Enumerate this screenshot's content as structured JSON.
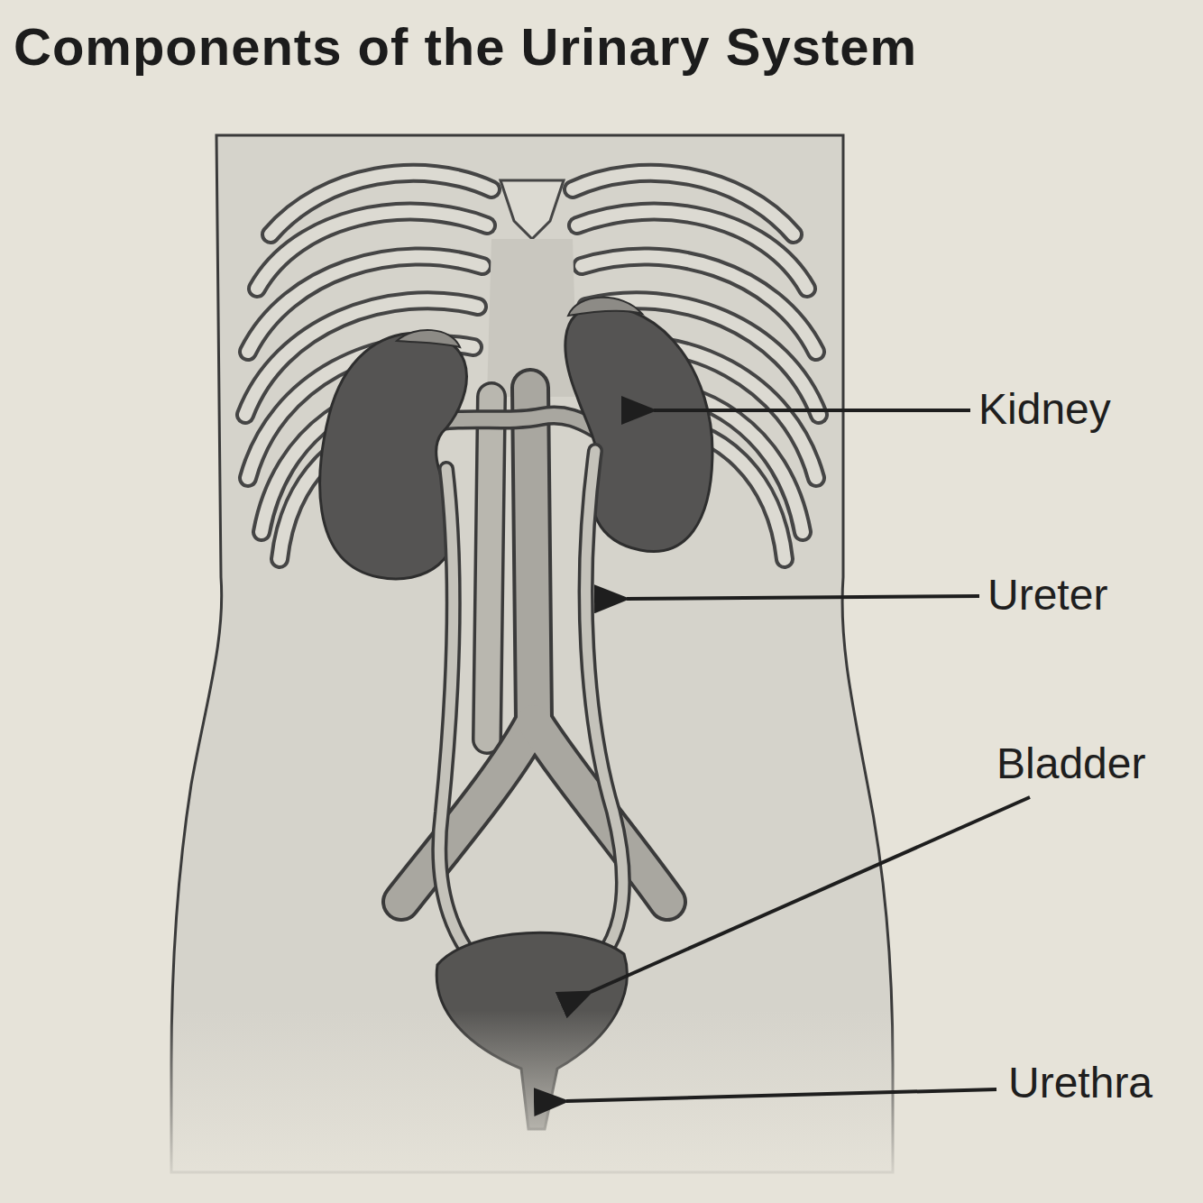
{
  "diagram": {
    "title": "Components of the Urinary System",
    "labels": [
      "Kidney",
      "Ureter",
      "Bladder",
      "Urethra"
    ]
  }
}
